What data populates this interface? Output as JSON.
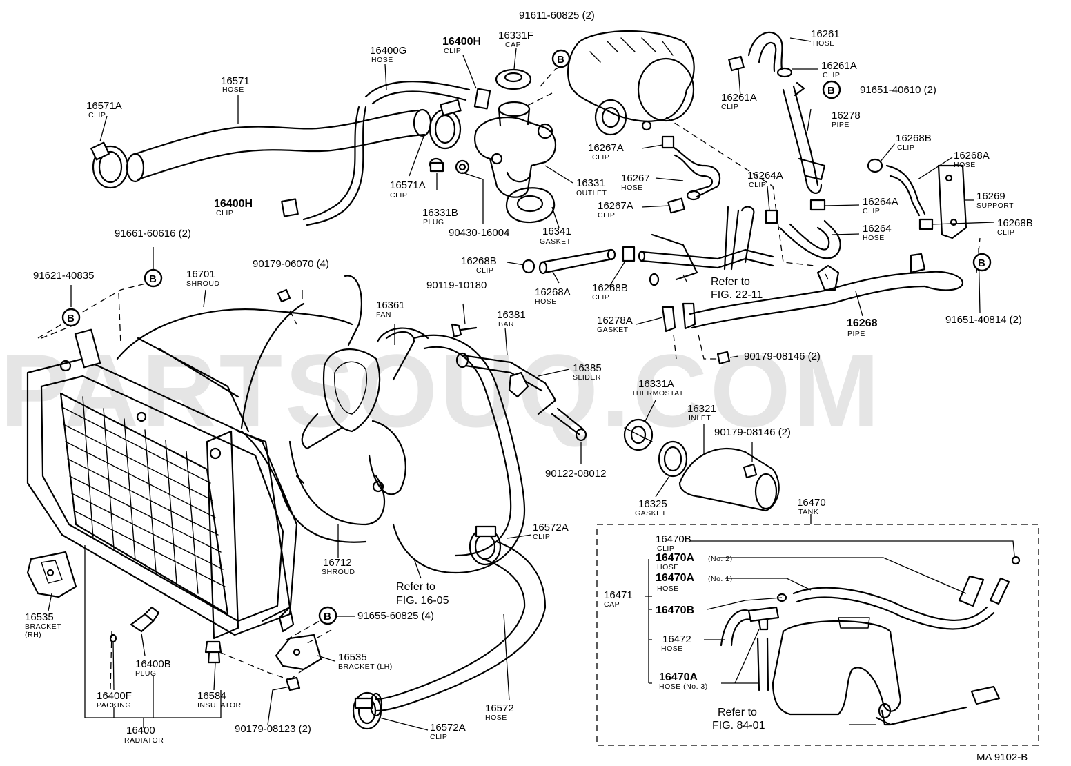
{
  "watermark": "PARTSOUQ.COM",
  "diagram_code": "MA 9102-B",
  "bolt_marker": "B",
  "labels": {
    "p16571": {
      "num": "16571",
      "sub": "HOSE"
    },
    "p16571a_top": {
      "num": "16571A",
      "sub": "CLIP"
    },
    "p16400g": {
      "num": "16400G",
      "sub": "HOSE"
    },
    "p16400h_top": {
      "num": "16400H",
      "sub": "CLIP"
    },
    "p16331f": {
      "num": "16331F",
      "sub": "CAP"
    },
    "p91611": {
      "num": "91611-60825 (2)"
    },
    "p16571a_mid": {
      "num": "16571A",
      "sub": "CLIP"
    },
    "p16331b": {
      "num": "16331B",
      "sub": "PLUG"
    },
    "p90430": {
      "num": "90430-16004"
    },
    "p16331": {
      "num": "16331",
      "sub": "OUTLET"
    },
    "p16341": {
      "num": "16341",
      "sub": "GASKET"
    },
    "p16400h_low": {
      "num": "16400H",
      "sub": "CLIP"
    },
    "p16261": {
      "num": "16261",
      "sub": "HOSE"
    },
    "p16261a_r": {
      "num": "16261A",
      "sub": "CLIP"
    },
    "p16261a_l": {
      "num": "16261A",
      "sub": "CLIP"
    },
    "p91651_40610": {
      "num": "91651-40610 (2)"
    },
    "p16278": {
      "num": "16278",
      "sub": "PIPE"
    },
    "p16267a_top": {
      "num": "16267A",
      "sub": "CLIP"
    },
    "p16267": {
      "num": "16267",
      "sub": "HOSE"
    },
    "p16267a_low": {
      "num": "16267A",
      "sub": "CLIP"
    },
    "p16264a_l": {
      "num": "16264A",
      "sub": "CLIP"
    },
    "p16264a_r": {
      "num": "16264A",
      "sub": "CLIP"
    },
    "p16264": {
      "num": "16264",
      "sub": "HOSE"
    },
    "p16268b_top": {
      "num": "16268B",
      "sub": "CLIP"
    },
    "p16268a_r": {
      "num": "16268A",
      "sub": "HOSE"
    },
    "p16269": {
      "num": "16269",
      "sub": "SUPPORT"
    },
    "p16268b_r": {
      "num": "16268B",
      "sub": "CLIP"
    },
    "p91651_40814": {
      "num": "91651-40814 (2)"
    },
    "p16268": {
      "num": "16268",
      "sub": "PIPE"
    },
    "p16268b_l": {
      "num": "16268B",
      "sub": "CLIP"
    },
    "p16268a_l": {
      "num": "16268A",
      "sub": "HOSE"
    },
    "p16268b_m": {
      "num": "16268B",
      "sub": "CLIP"
    },
    "p16278a": {
      "num": "16278A",
      "sub": "GASKET"
    },
    "p90179_08146_a": {
      "num": "90179-08146 (2)"
    },
    "p91661": {
      "num": "91661-60616 (2)"
    },
    "p91621": {
      "num": "91621-40835"
    },
    "p16701": {
      "num": "16701",
      "sub": "SHROUD"
    },
    "p90179_06070": {
      "num": "90179-06070 (4)"
    },
    "p16361": {
      "num": "16361",
      "sub": "FAN"
    },
    "p90119": {
      "num": "90119-10180"
    },
    "p16381": {
      "num": "16381",
      "sub": "BAR"
    },
    "p16385": {
      "num": "16385",
      "sub": "SLIDER"
    },
    "p90122": {
      "num": "90122-08012"
    },
    "p16331a": {
      "num": "16331A",
      "sub": "THERMOSTAT"
    },
    "p16321": {
      "num": "16321",
      "sub": "INLET"
    },
    "p90179_08146_b": {
      "num": "90179-08146 (2)"
    },
    "p16325": {
      "num": "16325",
      "sub": "GASKET"
    },
    "p16470": {
      "num": "16470",
      "sub": "TANK"
    },
    "p16712": {
      "num": "16712",
      "sub": "SHROUD"
    },
    "p16572a_top": {
      "num": "16572A",
      "sub": "CLIP"
    },
    "p16535_rh": {
      "num": "16535",
      "sub": "BRACKET",
      "sub2": "(RH)"
    },
    "p91655": {
      "num": "91655-60825 (4)"
    },
    "p16535_lh": {
      "num": "16535",
      "sub": "BRACKET (LH)"
    },
    "p16400b": {
      "num": "16400B",
      "sub": "PLUG"
    },
    "p16400f": {
      "num": "16400F",
      "sub": "PACKING"
    },
    "p16584": {
      "num": "16584",
      "sub": "INSULATOR"
    },
    "p90179_08123": {
      "num": "90179-08123 (2)"
    },
    "p16400": {
      "num": "16400",
      "sub": "RADIATOR"
    },
    "p16572": {
      "num": "16572",
      "sub": "HOSE"
    },
    "p16572a_low": {
      "num": "16572A",
      "sub": "CLIP"
    },
    "p16470b_top": {
      "num": "16470B",
      "sub": "CLIP"
    },
    "p16470a_2": {
      "num": "16470A",
      "sub": "HOSE",
      "note": "(No. 2)"
    },
    "p16470a_1": {
      "num": "16470A",
      "sub": "HOSE",
      "note": "(No. 1)"
    },
    "p16471": {
      "num": "16471",
      "sub": "CAP"
    },
    "p16470b_mid": {
      "num": "16470B"
    },
    "p16472": {
      "num": "16472",
      "sub": "HOSE"
    },
    "p16470a_3": {
      "num": "16470A",
      "sub": "HOSE (No. 3)"
    }
  },
  "refs": {
    "fig2211": {
      "line1": "Refer to",
      "line2": "FIG. 22-11"
    },
    "fig1605": {
      "line1": "Refer to",
      "line2": "FIG. 16-05"
    },
    "fig8401": {
      "line1": "Refer to",
      "line2": "FIG. 84-01"
    }
  }
}
